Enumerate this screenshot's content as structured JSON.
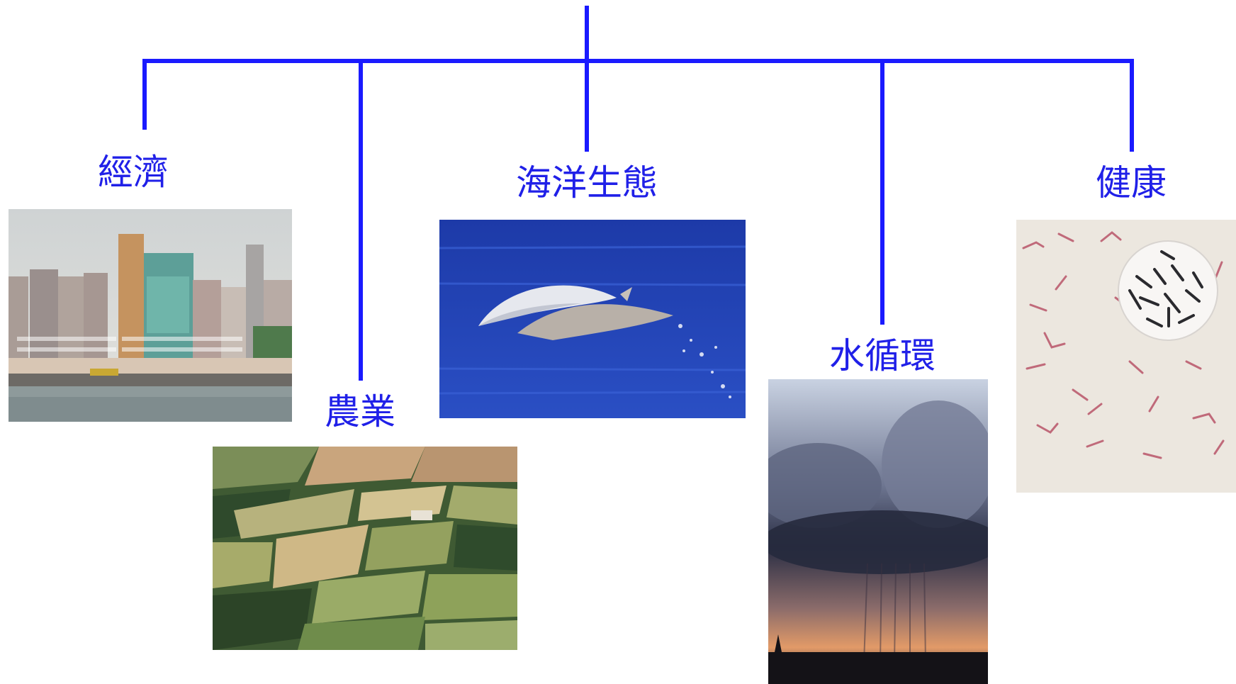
{
  "diagram": {
    "line_color": "#1a1aff",
    "label_color": "#2020e8",
    "nodes": [
      {
        "id": "economy",
        "label": "經濟",
        "image": "city-skyline-photo"
      },
      {
        "id": "agriculture",
        "label": "農業",
        "image": "farmland-aerial-photo"
      },
      {
        "id": "marine-ecology",
        "label": "海洋生態",
        "image": "dolphins-photo"
      },
      {
        "id": "water-cycle",
        "label": "水循環",
        "image": "rainstorm-cloud-photo"
      },
      {
        "id": "health",
        "label": "健康",
        "image": "bacteria-micrograph-photo"
      }
    ]
  }
}
